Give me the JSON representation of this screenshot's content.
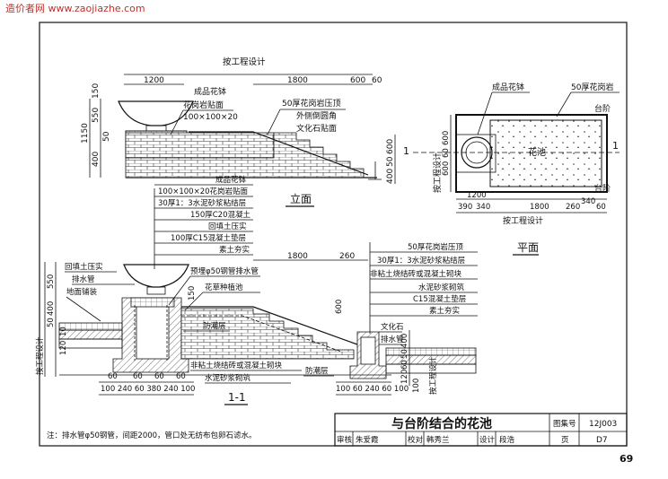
{
  "watermark": "造价者网 www.zaojiazhe.com",
  "page_number": "69",
  "elevation": {
    "title": "立面",
    "labels": {
      "design": "按工程设计",
      "planter": "成品花钵",
      "granite_veneer": "花岗岩贴面",
      "granite_size": "100×100×20",
      "coping": "50厚花岗岩压顶",
      "chamfer": "外侧倒圆角",
      "culture_stone": "文化石贴面"
    },
    "dims": {
      "w1200": "1200",
      "w1800": "1800",
      "w600": "600",
      "w60": "60",
      "h550": "550",
      "h150": "150",
      "h1150": "1150",
      "h400": "400",
      "h50": "50",
      "h600": "600",
      "h400b": "400",
      "h50b": "50"
    }
  },
  "plan": {
    "title": "平面",
    "labels": {
      "planter": "成品花钵",
      "coping": "50厚花岗岩",
      "step1": "台阶",
      "step2": "台阶",
      "pond": "花池",
      "design": "按工程设计",
      "design_v": "按工程设计",
      "cut": "1"
    },
    "dims": {
      "d1200": "1200",
      "d390": "390",
      "d340": "340",
      "d1800": "1800",
      "d260": "260",
      "d340b": "340",
      "d60": "60",
      "v600": "600",
      "v60": "60",
      "v600b": "600"
    }
  },
  "section": {
    "title": "1-1",
    "left_stack": [
      "成品花钵",
      "100×100×20花岗岩贴面",
      "30厚1：3水泥砂浆粘结层",
      "150厚C20混凝土",
      "回填土压实",
      "100厚C15混凝土垫层",
      "素土夯实"
    ],
    "right_stack": [
      "50厚花岗岩压顶",
      "30厚1：3水泥砂浆粘结层",
      "非粘土烧结砖或混凝土砌块",
      "水泥砂浆砌筑",
      "C15混凝土垫层",
      "素土夯实"
    ],
    "labels": {
      "backfill": "回填土压实",
      "drain": "排水管",
      "paving": "地面铺装",
      "pipe": "预埋φ50钢管排水管",
      "planting": "花草种植池",
      "damp1": "防潮层",
      "brick": "非粘土烧结砖或混凝土砌块",
      "mortar": "水泥砂浆砌筑",
      "damp2": "防潮层",
      "culture": "文化石",
      "drain2": "排水管",
      "design_left": "按工程设计",
      "design_right": "按工程设计"
    },
    "dims": {
      "d1800": "1800",
      "d260": "260",
      "d600": "600",
      "d150": "150",
      "d400": "400",
      "d550": "550",
      "d50": "50",
      "d10": "10",
      "d120": "120",
      "d60": "60",
      "d60b": "60",
      "d60c": "60",
      "d60d": "60",
      "bottom_left": "100 240 60 380 240 100",
      "bottom_right": "100 60 240 60 100",
      "r400": "400",
      "r50": "50",
      "r60": "60",
      "r120": "120",
      "r100": "100"
    }
  },
  "note": "注：排水管φ50钢管，间距2000，管口处无纺布包卵石滤水。",
  "title_block": {
    "title": "与台阶结合的花池",
    "atlas_label": "图集号",
    "atlas_no": "12J003",
    "review_label": "审核",
    "review_name": "朱爱霞",
    "check_label": "校对",
    "check_name": "韩秀兰",
    "design_label": "设计",
    "design_name": "段浩",
    "page_label": "页",
    "page_no": "D7"
  }
}
